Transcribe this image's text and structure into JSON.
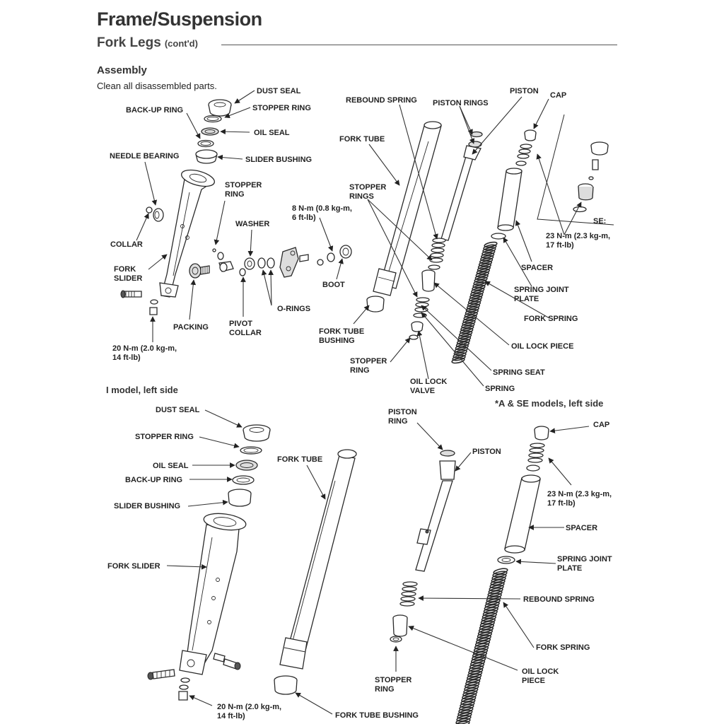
{
  "header": {
    "title": "Frame/Suspension",
    "subtitle": "Fork Legs",
    "subtitle_note": "(cont'd)",
    "section": "Assembly",
    "instruction": "Clean all disassembled parts."
  },
  "sections": {
    "lower_left": "I model, left side",
    "lower_right": "*A & SE models, left side"
  },
  "labels": {
    "top_left": {
      "dust_seal": "DUST SEAL",
      "backup_ring": "BACK-UP RING",
      "stopper_ring": "STOPPER RING",
      "oil_seal": "OIL SEAL",
      "needle_bearing": "NEEDLE BEARING",
      "slider_bushing": "SLIDER BUSHING",
      "stopper_ring_2a": "STOPPER",
      "stopper_ring_2b": "RING",
      "washer": "WASHER",
      "torque_8a": "8 N-m (0.8 kg-m,",
      "torque_8b": "6 ft-lb)",
      "collar": "COLLAR",
      "fork_slider_a": "FORK",
      "fork_slider_b": "SLIDER",
      "boot": "BOOT",
      "o_rings": "O-RINGS",
      "packing": "PACKING",
      "pivot_collar_a": "PIVOT",
      "pivot_collar_b": "COLLAR",
      "torque_20a": "20 N-m (2.0 kg-m,",
      "torque_20b": "14 ft-lb)"
    },
    "top_right": {
      "rebound_spring": "REBOUND SPRING",
      "piston_rings": "PISTON RINGS",
      "piston": "PISTON",
      "cap": "CAP",
      "fork_tube": "FORK TUBE",
      "stopper_rings_a": "STOPPER",
      "stopper_rings_b": "RINGS",
      "se": "SE:",
      "torque_23a": "23 N-m (2.3 kg-m,",
      "torque_23b": "17 ft-lb)",
      "spacer": "SPACER",
      "spring_joint_plate_a": "SPRING JOINT",
      "spring_joint_plate_b": "PLATE",
      "fork_spring": "FORK SPRING",
      "fork_tube_bushing_a": "FORK TUBE",
      "fork_tube_bushing_b": "BUSHING",
      "oil_lock_piece": "OIL LOCK PIECE",
      "stopper_ring_a": "STOPPER",
      "stopper_ring_b": "RING",
      "spring_seat": "SPRING SEAT",
      "oil_lock_valve_a": "OIL LOCK",
      "oil_lock_valve_b": "VALVE",
      "spring": "SPRING"
    },
    "bottom_left": {
      "dust_seal": "DUST SEAL",
      "stopper_ring": "STOPPER RING",
      "oil_seal": "OIL SEAL",
      "backup_ring": "BACK-UP RING",
      "slider_bushing": "SLIDER BUSHING",
      "fork_tube": "FORK TUBE",
      "fork_slider": "FORK SLIDER",
      "torque_20a": "20 N-m (2.0 kg-m,",
      "torque_20b": "14 ft-lb)",
      "fork_tube_bushing": "FORK TUBE BUSHING"
    },
    "bottom_right": {
      "piston_ring_a": "PISTON",
      "piston_ring_b": "RING",
      "piston": "PISTON",
      "cap": "CAP",
      "torque_23a": "23 N-m (2.3 kg-m,",
      "torque_23b": "17 ft-lb)",
      "spacer": "SPACER",
      "spring_joint_plate_a": "SPRING JOINT",
      "spring_joint_plate_b": "PLATE",
      "rebound_spring": "REBOUND SPRING",
      "fork_spring": "FORK SPRING",
      "oil_lock_piece_a": "OIL LOCK",
      "oil_lock_piece_b": "PIECE",
      "stopper_ring_a": "STOPPER",
      "stopper_ring_b": "RING"
    }
  }
}
